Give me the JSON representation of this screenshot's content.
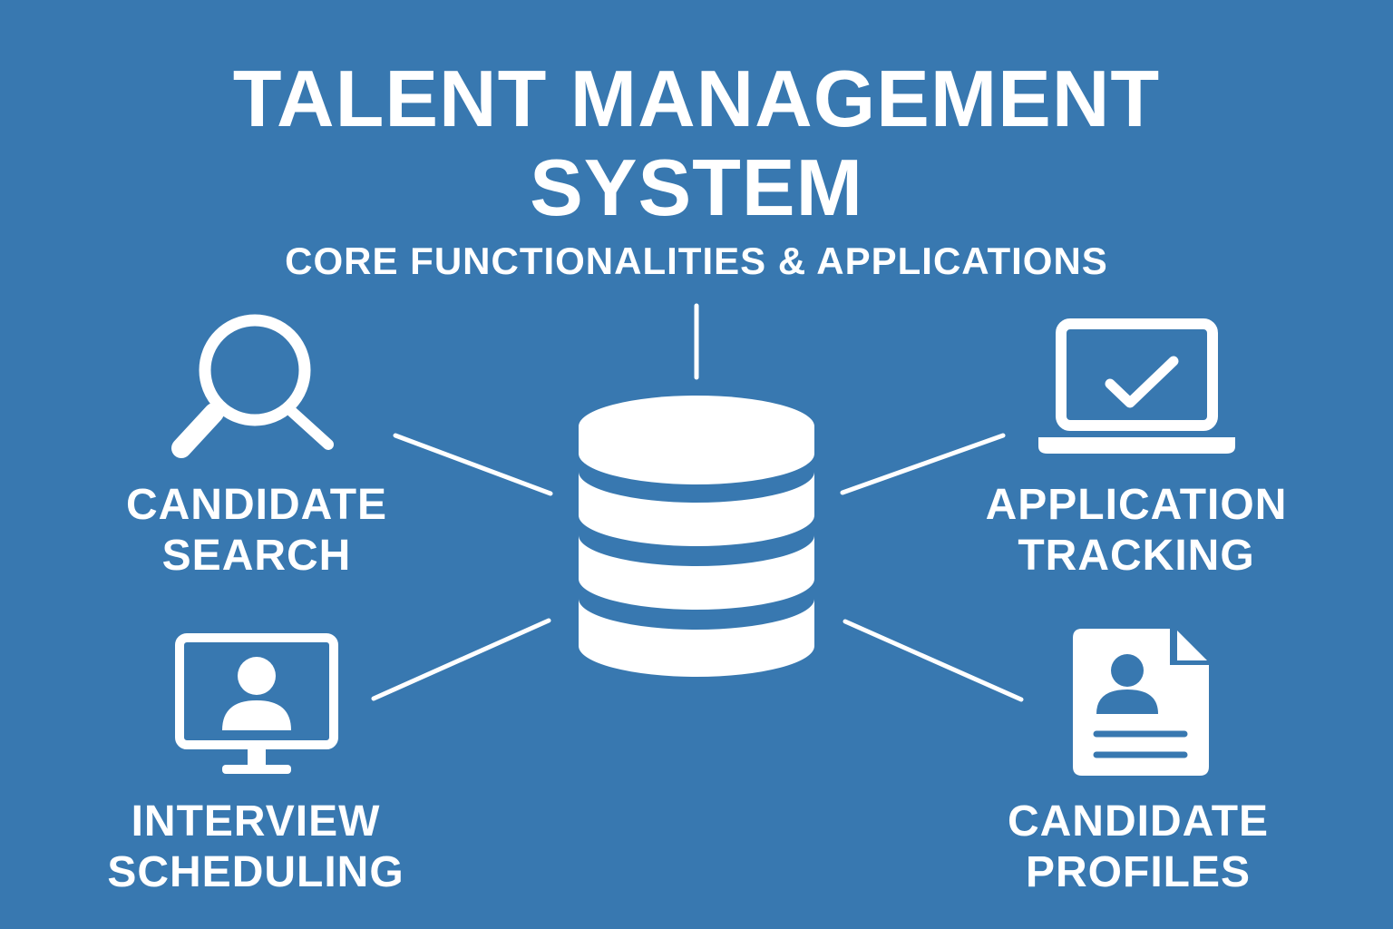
{
  "title": {
    "line1": "TALENT MANAGEMENT",
    "line2": "SYSTEM"
  },
  "subtitle": "CORE FUNCTIONALITIES & APPLICATIONS",
  "center": {
    "icon": "database-icon"
  },
  "features": [
    {
      "line1": "CANDIDATE",
      "line2": "SEARCH",
      "icon": "magnifier-icon"
    },
    {
      "line1": "APPLICATION",
      "line2": "TRACKING",
      "icon": "laptop-check-icon"
    },
    {
      "line1": "INTERVIEW",
      "line2": "SCHEDULING",
      "icon": "monitor-user-icon"
    },
    {
      "line1": "CANDIDATE",
      "line2": "PROFILES",
      "icon": "profile-document-icon"
    }
  ],
  "colors": {
    "background": "#3878b0",
    "foreground": "#ffffff"
  }
}
